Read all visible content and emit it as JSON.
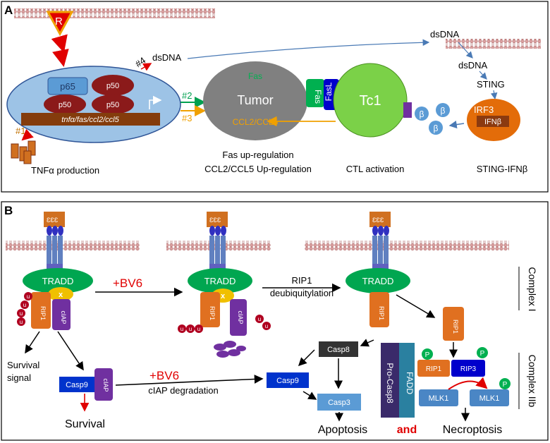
{
  "panelA": {
    "label": "A",
    "r_ligand": "R",
    "p65": "p65",
    "p50_top": "p50",
    "p50_left": "p50",
    "p50_right": "p50",
    "gene_bar": "tnfα/fas/ccl2/ccl5",
    "hash1": "#1",
    "hash2": "#2",
    "hash3": "#3",
    "hash4": "#4",
    "dsdna_mid": "dsDNA",
    "dsdna_top": "dsDNA",
    "dsdna_inner": "dsDNA",
    "fas_inside": "Fas",
    "tumor": "Tumor",
    "ccl": "CCL2/CCL5",
    "fas_receptor": "Fas",
    "fasl": "FasL",
    "tc1": "Tc1",
    "sting": "STING",
    "irf3": "IRF3",
    "ifnb": "IFNβ",
    "beta": "β",
    "tnf_prod": "TNFα production",
    "fas_up": "Fas up-regulation",
    "ccl_up": "CCL2/CCL5 Up-regulation",
    "ctl": "CTL activation",
    "sting_ifn": "STING-IFNβ"
  },
  "panelB": {
    "label": "B",
    "tradd": "TRADD",
    "x": "x",
    "rip1": "RIP1",
    "ciap": "cIAP",
    "u": "u",
    "bv6_1": "+BV6",
    "rip1_deub_1": "RIP1",
    "rip1_deub_2": "deubiquitylation",
    "complex1": "Complex I",
    "complex2": "Complex IIb",
    "survival_signal_1": "Survival",
    "survival_signal_2": "signal",
    "casp9": "Casp9",
    "bv6_2": "+BV6",
    "ciap_deg": "cIAP degradation",
    "survival": "Survival",
    "casp8": "Casp8",
    "casp3": "Casp3",
    "procasp8": "Pro-Casp8",
    "fadd": "FADD",
    "rip3": "RIP3",
    "mlk1": "MLK1",
    "p": "P",
    "apoptosis": "Apoptosis",
    "and": "and",
    "necroptosis": "Necroptosis"
  },
  "colors": {
    "panel_border": "#000000",
    "nucleus": "#9dc3e6",
    "p65": "#5b9bd5",
    "p50": "#8b1a1a",
    "gene_bar": "#843c0c",
    "tumor": "#808080",
    "tc1": "#7bd148",
    "fas_green": "#00b050",
    "fasl_blue": "#0000cc",
    "sting_orange": "#e36c09",
    "tradd": "#00a650",
    "ciap": "#7030a0",
    "rip1": "#e07020",
    "casp_blue": "#0033cc",
    "casp3_lightblue": "#5b9bd5",
    "mlk_blue": "#4a86c5",
    "red": "#e00000",
    "orange_arrow": "#f0a000",
    "green_arrow": "#00a050"
  }
}
